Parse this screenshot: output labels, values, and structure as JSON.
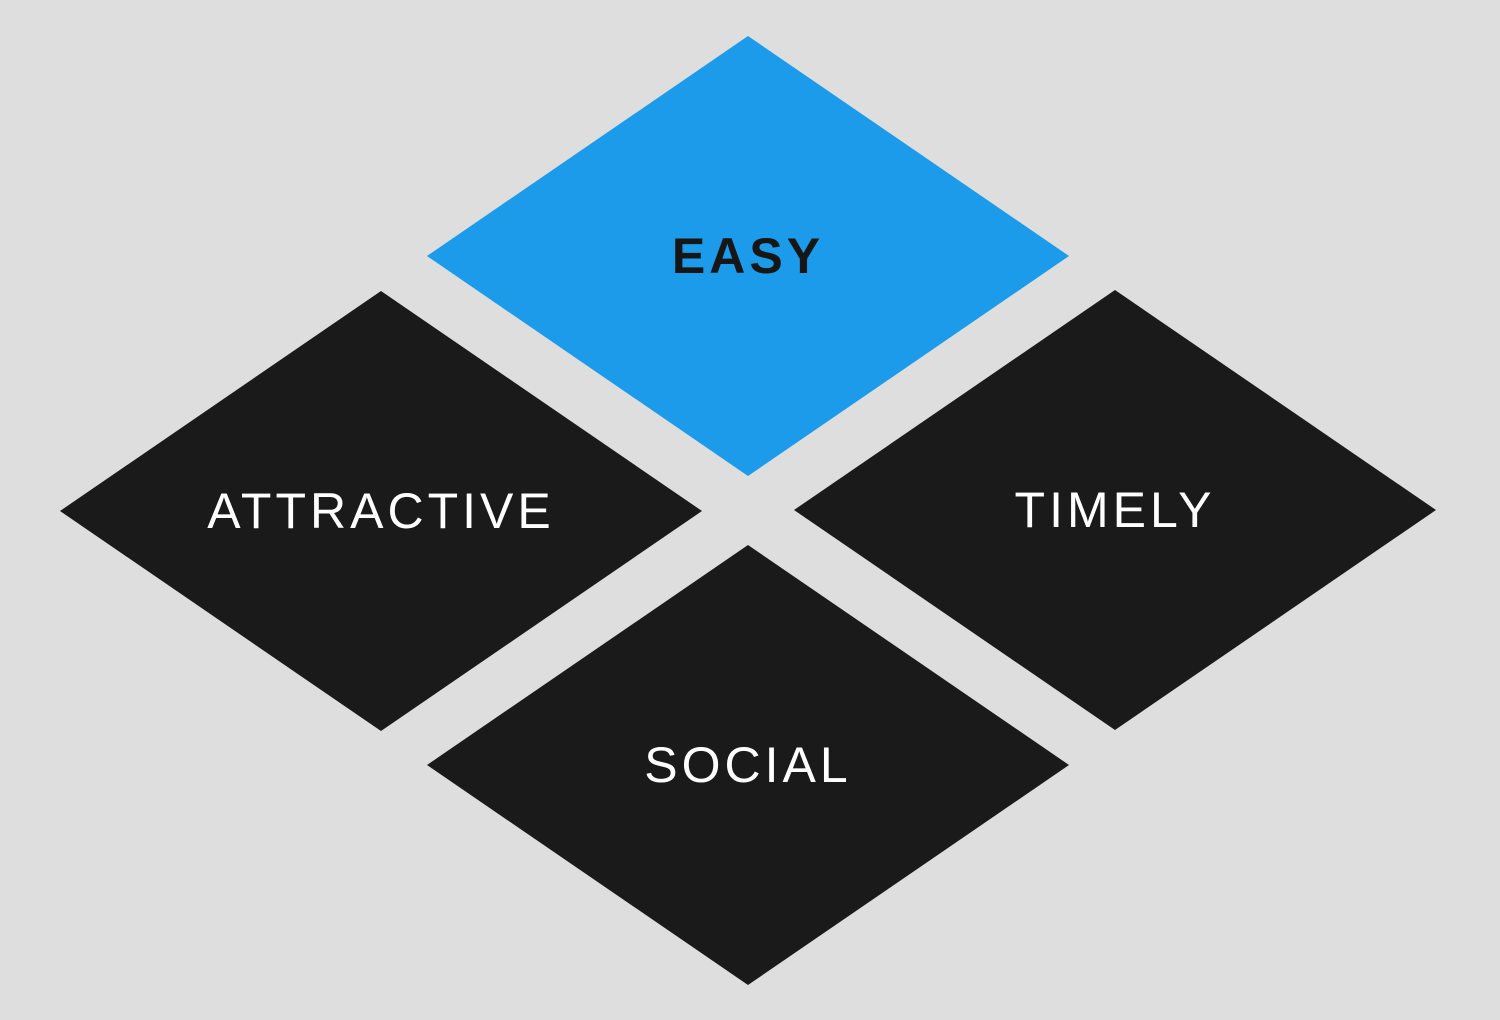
{
  "diagram": {
    "background_color": "#dedede",
    "accent_color": "#1b9be9",
    "node_color": "#1a1a1a",
    "nodes": [
      {
        "id": "easy",
        "label": "EASY",
        "position": "top",
        "fill": "#1b9be9",
        "text_color": "#161616"
      },
      {
        "id": "attractive",
        "label": "ATTRACTIVE",
        "position": "left",
        "fill": "#1a1a1a",
        "text_color": "#ffffff"
      },
      {
        "id": "timely",
        "label": "TIMELY",
        "position": "right",
        "fill": "#1a1a1a",
        "text_color": "#ffffff"
      },
      {
        "id": "social",
        "label": "SOCIAL",
        "position": "bottom",
        "fill": "#1a1a1a",
        "text_color": "#ffffff"
      }
    ]
  }
}
